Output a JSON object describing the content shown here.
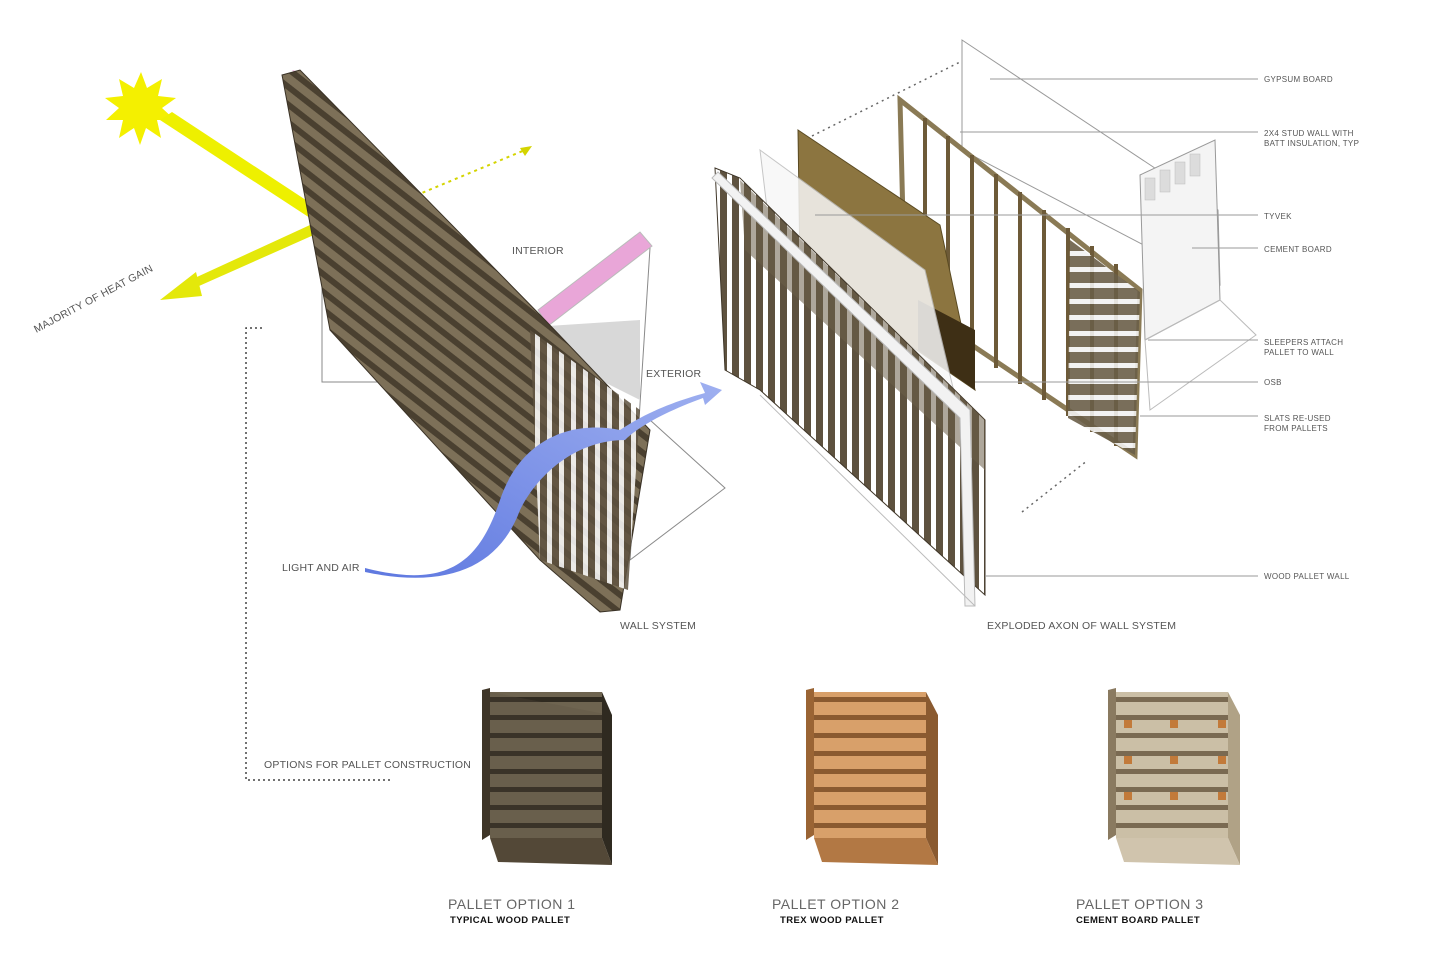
{
  "colors": {
    "sun": "#f4f000",
    "arrow_yellow": "#e8e80a",
    "air_blue": "#6f87e8",
    "wood_gray": "#6b5e49",
    "wood_dark": "#3f3628",
    "trex": "#d49a62",
    "cement": "#c9bda6",
    "insulation_pink": "#e8a9d6",
    "leader_gray": "#9a9a9a",
    "osb": "#8c7540"
  },
  "icons": {
    "sun": "sun-icon",
    "heat_arrow": "arrow-icon",
    "air_arrow": "curved-arrow-icon"
  },
  "left": {
    "heat_label": "MAJORITY OF HEAT GAIN",
    "interior_label": "INTERIOR",
    "exterior_label": "EXTERIOR",
    "light_air_label": "LIGHT AND AIR",
    "caption": "WALL SYSTEM",
    "options_label": "OPTIONS FOR PALLET CONSTRUCTION"
  },
  "right": {
    "caption": "EXPLODED AXON OF WALL SYSTEM",
    "layers": [
      {
        "text": "GYPSUM BOARD"
      },
      {
        "text": "2X4 STUD WALL WITH\nBATT INSULATION, TYP"
      },
      {
        "text": "TYVEK"
      },
      {
        "text": "CEMENT BOARD"
      },
      {
        "text": "SLEEPERS ATTACH\nPALLET TO WALL"
      },
      {
        "text": "OSB"
      },
      {
        "text": "SLATS RE-USED\nFROM PALLETS"
      },
      {
        "text": "WOOD PALLET WALL"
      }
    ]
  },
  "options": [
    {
      "title": "PALLET OPTION 1",
      "subtitle": "TYPICAL WOOD PALLET"
    },
    {
      "title": "PALLET OPTION 2",
      "subtitle": "TREX WOOD PALLET"
    },
    {
      "title": "PALLET OPTION 3",
      "subtitle": "CEMENT BOARD PALLET"
    }
  ]
}
